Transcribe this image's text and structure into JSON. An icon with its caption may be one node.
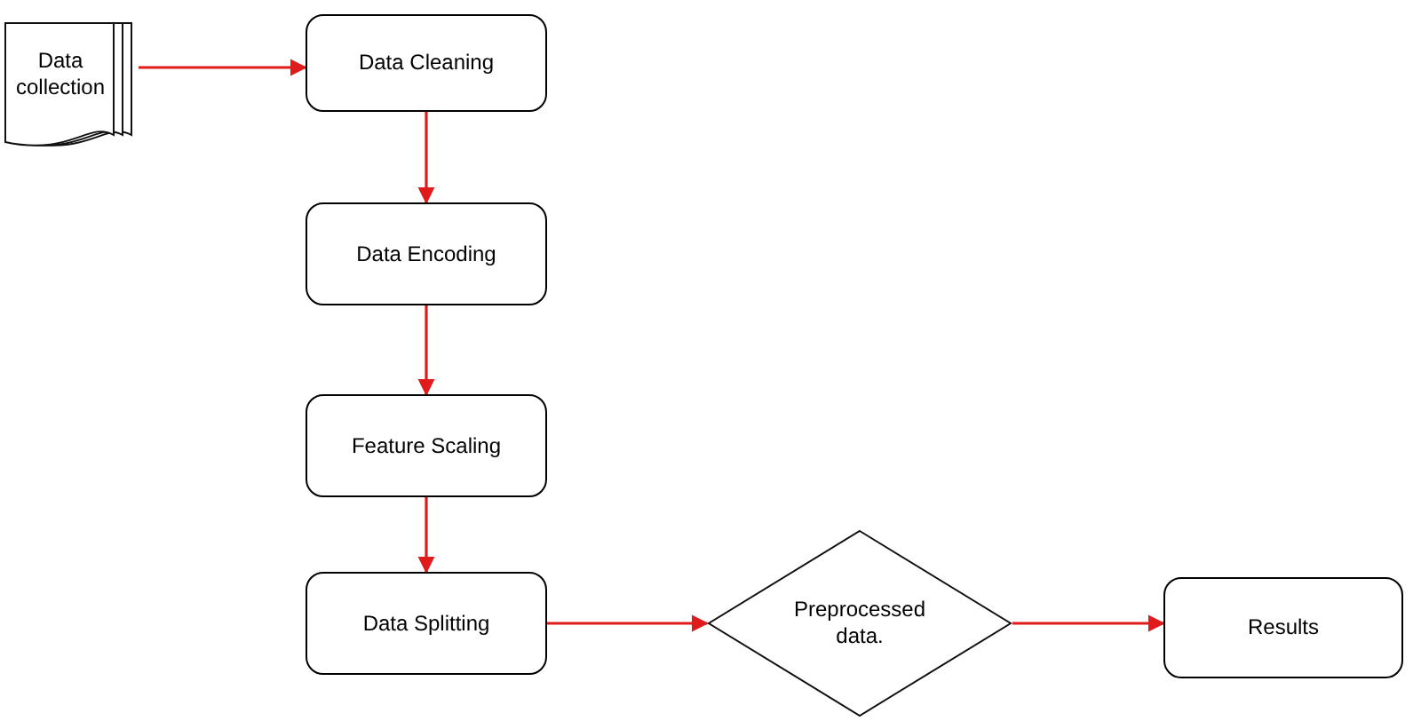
{
  "diagram": {
    "nodes": [
      {
        "text": [
          "Data collection"
        ]
      },
      {
        "text": [
          "Data Cleaning"
        ]
      },
      {
        "text": [
          "Data Encoding"
        ]
      },
      {
        "text": [
          "Feature Scaling"
        ]
      },
      {
        "text": [
          "Data Splitting"
        ]
      },
      {
        "text": [
          "Preprocessed data."
        ]
      },
      {
        "text": [
          "Results"
        ]
      }
    ],
    "edges": [
      {
        "from": 0,
        "to": 1,
        "arrow": "to"
      },
      {
        "from": 1,
        "to": 2,
        "arrow": "to"
      },
      {
        "from": 2,
        "to": 3,
        "arrow": "to"
      },
      {
        "from": 3,
        "to": 4,
        "arrow": "to"
      },
      {
        "from": 4,
        "to": 5,
        "arrow": "to"
      },
      {
        "from": 5,
        "to": 6,
        "arrow": "to"
      }
    ]
  }
}
